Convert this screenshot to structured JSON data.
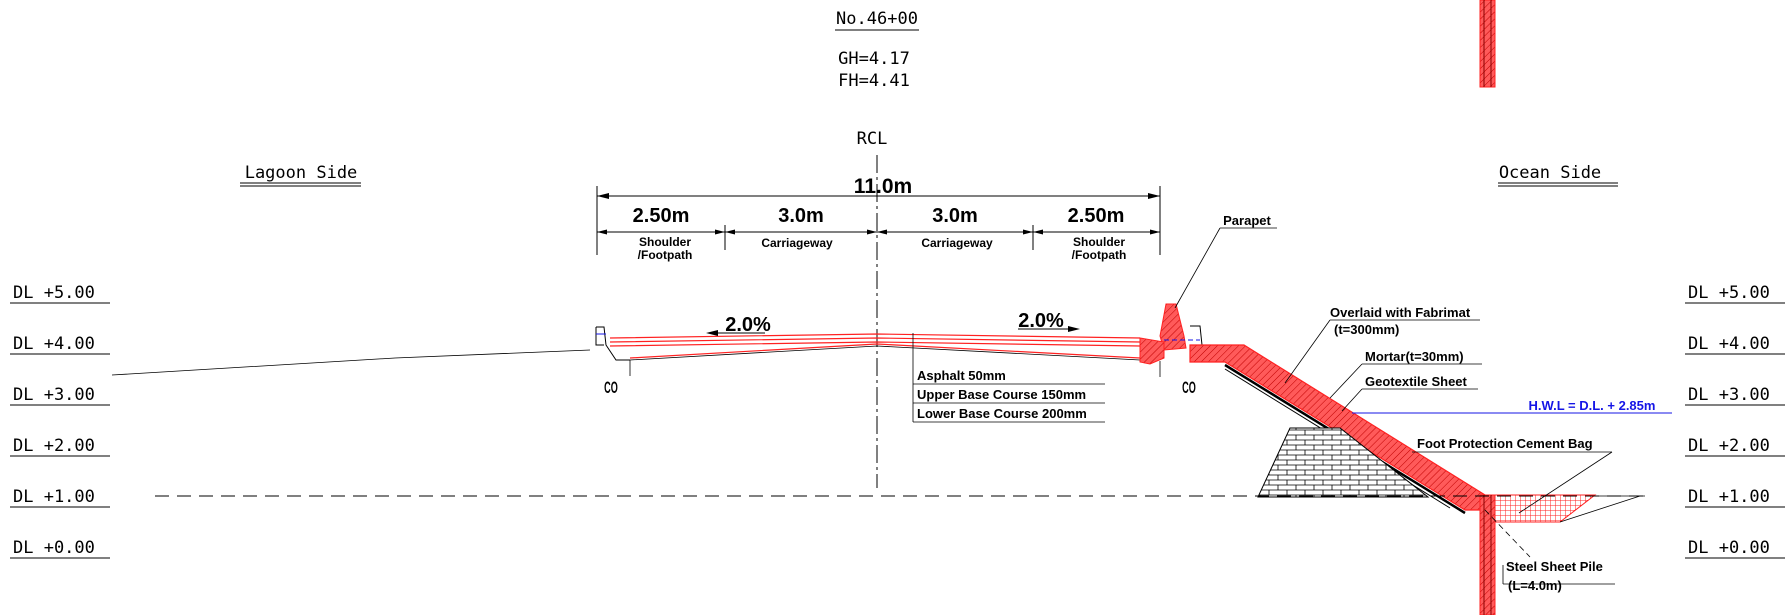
{
  "header": {
    "station": "No.46+00",
    "gh": "GH=4.17",
    "fh": "FH=4.41",
    "rcl": "RCL"
  },
  "sides": {
    "left": "Lagoon Side",
    "right": "Ocean Side"
  },
  "levels": [
    "DL +5.00",
    "DL +4.00",
    "DL +3.00",
    "DL +2.00",
    "DL +1.00",
    "DL +0.00"
  ],
  "dimensions": {
    "total": "11.0m",
    "segments": [
      "2.50m",
      "3.0m",
      "3.0m",
      "2.50m"
    ],
    "segment_labels": {
      "shoulder_line1": "Shoulder",
      "shoulder_line2": "/Footpath",
      "carriageway": "Carriageway"
    }
  },
  "slopes": {
    "left": "2.0%",
    "right": "2.0%"
  },
  "pavement": [
    "Asphalt 50mm",
    "Upper Base Course 150mm",
    "Lower Base Course 200mm"
  ],
  "markers": {
    "left": "CO",
    "right": "CO"
  },
  "annotations": {
    "parapet": "Parapet",
    "overlaid": "Overlaid with Fabrimat",
    "overlaid_sub": "(t=300mm)",
    "mortar": "Mortar(t=30mm)",
    "geotextile": "Geotextile Sheet",
    "hwl": "H.W.L = D.L. + 2.85m",
    "foot_protection": "Foot Protection Cement Bag",
    "sheet_pile": "Steel Sheet Pile",
    "sheet_pile_sub": "(L=4.0m)"
  },
  "colors": {
    "revetment": "#ff2222",
    "hwl": "#1515e6",
    "line": "#000000"
  }
}
